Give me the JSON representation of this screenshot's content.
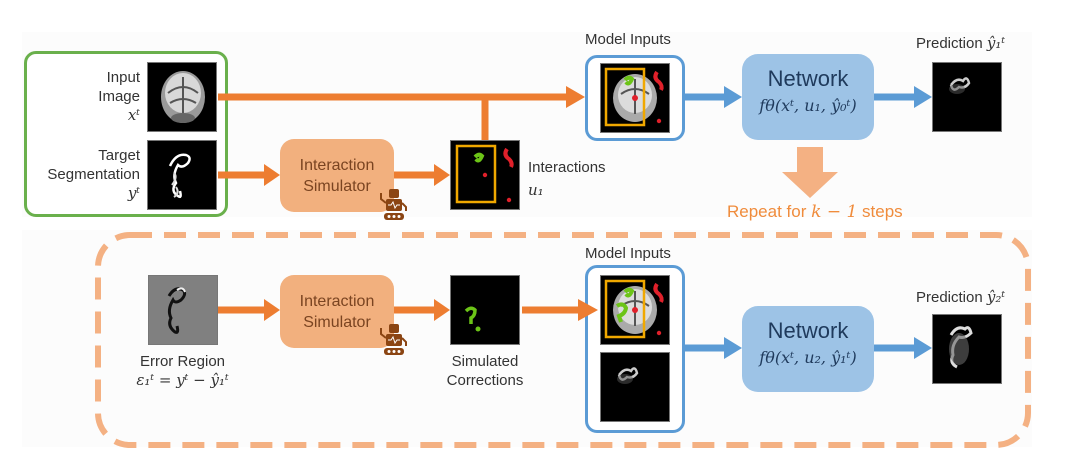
{
  "top_row": {
    "input_image": {
      "line1": "Input",
      "line2": "Image",
      "var": "xᵗ"
    },
    "target_seg": {
      "line1": "Target",
      "line2": "Segmentation",
      "var": "yᵗ"
    },
    "simulator": {
      "line1": "Interaction",
      "line2": "Simulator"
    },
    "interactions": {
      "label": "Interactions",
      "var": "u₁"
    },
    "model_inputs_label": "Model Inputs",
    "network": {
      "title": "Network",
      "formula": "fθ(xᵗ, u₁, ŷ₀ᵗ)"
    },
    "prediction": {
      "label": "Prediction",
      "var": "ŷ₁ᵗ"
    }
  },
  "repeat": {
    "text": "Repeat for",
    "var": "k − 1",
    "suffix": "steps"
  },
  "bottom_row": {
    "error_region": {
      "label": "Error Region",
      "formula": "ε₁ᵗ = yᵗ − ŷ₁ᵗ"
    },
    "simulator": {
      "line1": "Interaction",
      "line2": "Simulator"
    },
    "corrections": {
      "line1": "Simulated",
      "line2": "Corrections"
    },
    "model_inputs_label": "Model Inputs",
    "network": {
      "title": "Network",
      "formula": "fθ(xᵗ, u₂, ŷ₁ᵗ)"
    },
    "prediction": {
      "label": "Prediction",
      "var": "ŷ₂ᵗ"
    }
  },
  "colors": {
    "green_frame": "#6ab04c",
    "orange_arrow": "#ed7d31",
    "orange_box": "#f2b07e",
    "blue_arrow": "#5b9bd5",
    "blue_box": "#9dc3e6",
    "dashed_loop": "#f4b183",
    "bbox_yellow": "#f0a800",
    "positive_click": "#6cc417",
    "negative_click": "#e0202a"
  }
}
